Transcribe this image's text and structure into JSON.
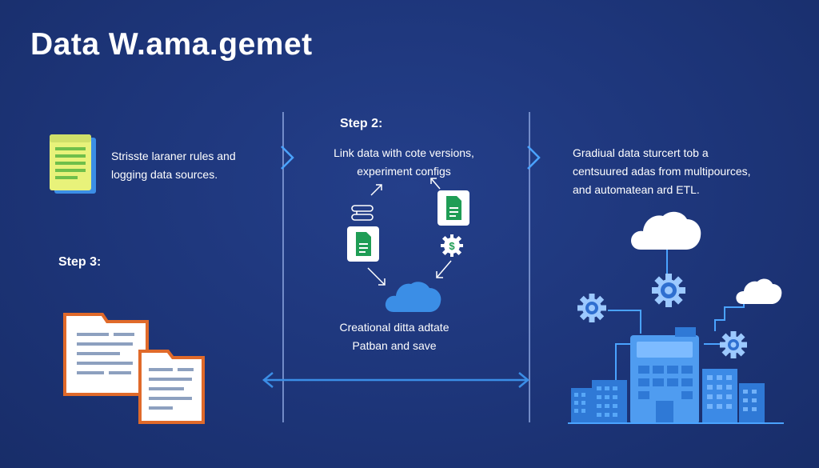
{
  "title": "Data W.ama.gemet",
  "left_panel": {
    "text_line1": "Strisste laraner rules and",
    "text_line2": "logging data sources.",
    "step_label": "Step 3:"
  },
  "middle_panel": {
    "step_label": "Step 2:",
    "text_line1": "Link data with cote versions,",
    "text_line2": "experiment configs",
    "caption_line1": "Creational ditta adtate",
    "caption_line2": "Patban and save"
  },
  "right_panel": {
    "text_line1": "Gradiual data sturcert tob a",
    "text_line2": "centsuured adas from multipources,",
    "text_line3": "and automatean ard ETL."
  },
  "colors": {
    "background": "#1d3579",
    "accent_blue": "#3b8ee6",
    "doc_orange": "#e06a2a",
    "doc_green": "#1f9d55",
    "doc_yellow": "#e8f27a"
  }
}
